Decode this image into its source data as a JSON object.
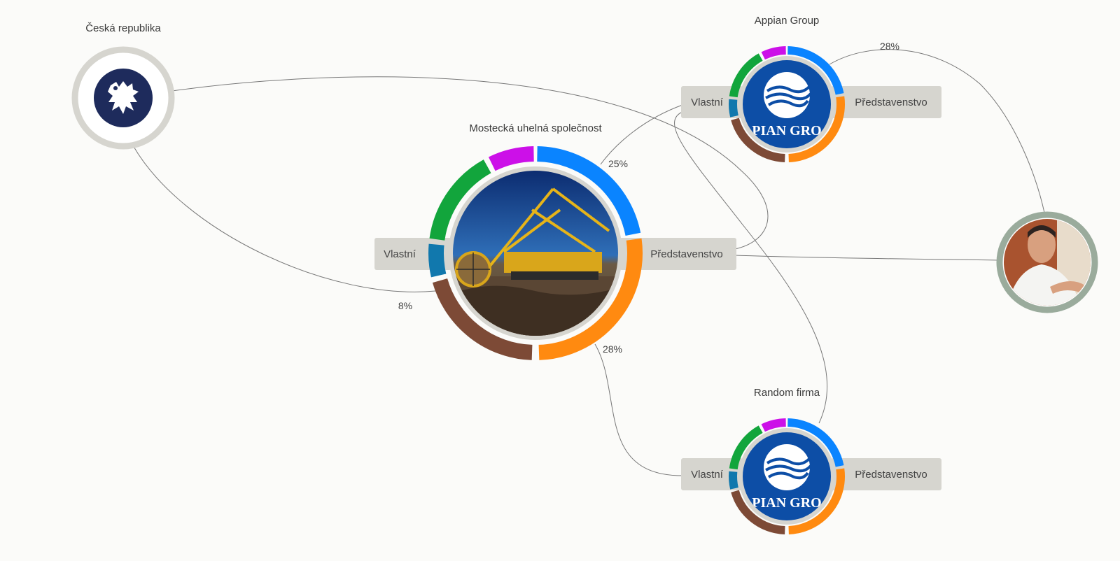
{
  "colors": {
    "background": "#fbfbf9",
    "tab": "#d6d5cf",
    "ring_gray": "#d6d5cf",
    "ring_person": "#9aab9c",
    "state_emblem": "#1e2b5c",
    "company_logo": "#0d4ea6",
    "segments": [
      "#0a84ff",
      "#ff8a10",
      "#7d4a36",
      "#1178ad",
      "#12a53c",
      "#cc10e8"
    ]
  },
  "nodes": {
    "state": {
      "title": "Česká republika",
      "icon": "lion-emblem-icon"
    },
    "mine": {
      "title": "Mostecká uhelná společnost",
      "tab_left": "Vlastní",
      "tab_right": "Představenstvo",
      "icon": "excavator-photo"
    },
    "appian": {
      "title": "Appian Group",
      "tab_left": "Vlastní",
      "tab_right": "Představenstvo",
      "logo_text": "PIAN  GRO",
      "icon": "wave-logo-icon"
    },
    "random": {
      "title": "Random firma",
      "tab_left": "Vlastní",
      "tab_right": "Představenstvo",
      "logo_text": "PIAN  GRO",
      "icon": "wave-logo-icon"
    },
    "person": {
      "icon": "person-avatar"
    }
  },
  "edges": {
    "state_mine": "8%",
    "mine_appian": "25%",
    "mine_random": "28%",
    "appian_person": "28%"
  }
}
